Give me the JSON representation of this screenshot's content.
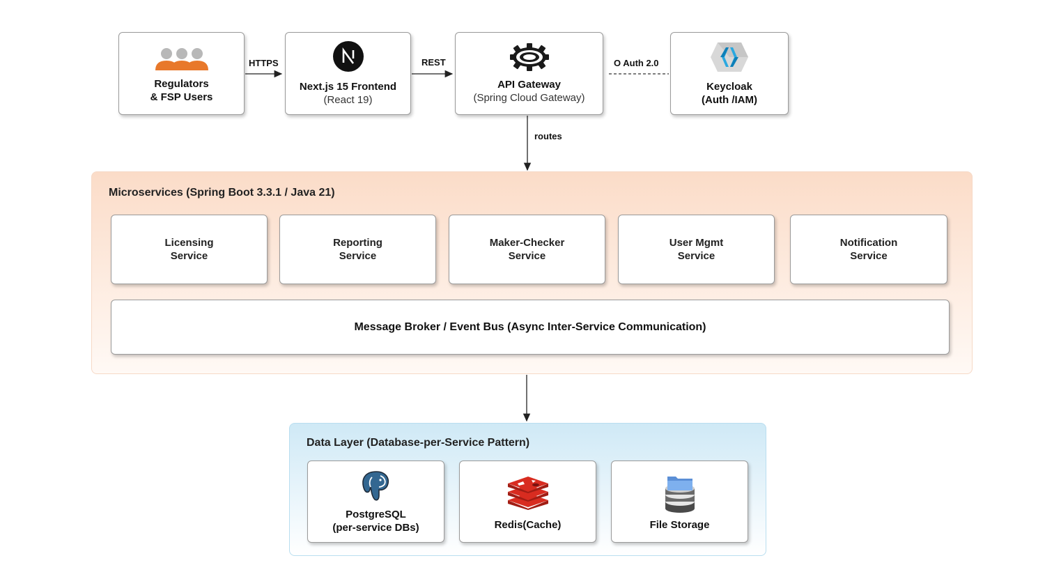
{
  "top_row": {
    "users": {
      "line1": "Regulators",
      "line2": "& FSP Users",
      "icon": "users-group-icon"
    },
    "frontend": {
      "title": "Next.js 15 Frontend",
      "subtitle": "(React 19)",
      "icon": "nextjs-logo-icon"
    },
    "gateway": {
      "title": "API Gateway",
      "subtitle": "(Spring Cloud Gateway)",
      "icon": "gear-icon"
    },
    "keycloak": {
      "line1": "Keycloak",
      "line2": "(Auth /IAM)",
      "icon": "keycloak-logo-icon"
    }
  },
  "edges": {
    "users_to_frontend": "HTTPS",
    "frontend_to_gateway": "REST",
    "gateway_to_keycloak": "O Auth 2.0",
    "gateway_to_services": "routes"
  },
  "microservices": {
    "title": "Microservices (Spring Boot 3.3.1 / Java 21)",
    "services": [
      {
        "line1": "Licensing",
        "line2": "Service"
      },
      {
        "line1": "Reporting",
        "line2": "Service"
      },
      {
        "line1": "Maker-Checker",
        "line2": "Service"
      },
      {
        "line1": "User Mgmt",
        "line2": "Service"
      },
      {
        "line1": "Notification",
        "line2": "Service"
      }
    ],
    "broker": "Message Broker / Event Bus (Async Inter-Service Communication)"
  },
  "data_layer": {
    "title": "Data Layer (Database-per-Service Pattern)",
    "stores": [
      {
        "line1": "PostgreSQL",
        "line2": "(per-service DBs)",
        "icon": "postgresql-elephant-icon"
      },
      {
        "line1": "Redis(Cache)",
        "icon": "redis-logo-icon"
      },
      {
        "line1": "File Storage",
        "icon": "file-storage-icon"
      }
    ]
  },
  "colors": {
    "users_orange": "#e8782a",
    "microservices_bg_top": "#fbdcc8",
    "microservices_bg_bottom": "#fff9f5",
    "data_bg_top": "#cfe9f6",
    "data_bg_bottom": "#ffffff",
    "redis_red": "#d82c20",
    "postgres_blue": "#336791",
    "keycloak_blue": "#2aa8e0"
  }
}
